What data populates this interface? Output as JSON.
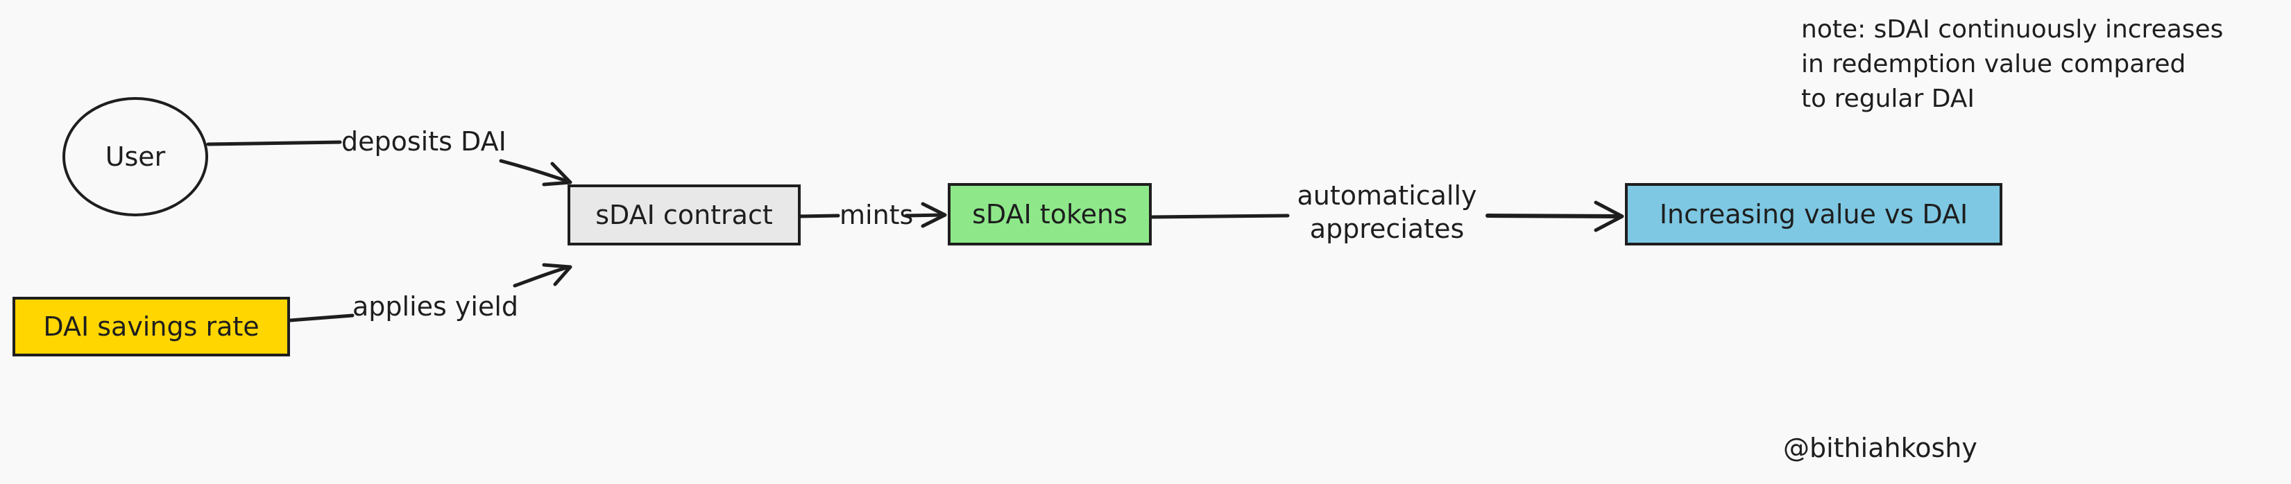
{
  "nodes": {
    "user": {
      "label": "User"
    },
    "dsr": {
      "label": "DAI savings rate",
      "color": "#ffd600"
    },
    "sdai_contract": {
      "label": "sDAI contract",
      "color": "#e8e8e8"
    },
    "sdai_tokens": {
      "label": "sDAI tokens",
      "color": "#8ee88a"
    },
    "increasing_value": {
      "label": "Increasing value vs DAI",
      "color": "#7ec8e3"
    }
  },
  "edges": {
    "deposits": {
      "label": "deposits DAI"
    },
    "applies_yield": {
      "label": "applies yield"
    },
    "mints": {
      "label": "mints"
    },
    "appreciates": {
      "label_line1": "automatically",
      "label_line2": "appreciates"
    }
  },
  "note": {
    "line1": "note: sDAI continuously increases",
    "line2": "in redemption value compared",
    "line3": "to regular DAI"
  },
  "credit": "@bithiahkoshy"
}
